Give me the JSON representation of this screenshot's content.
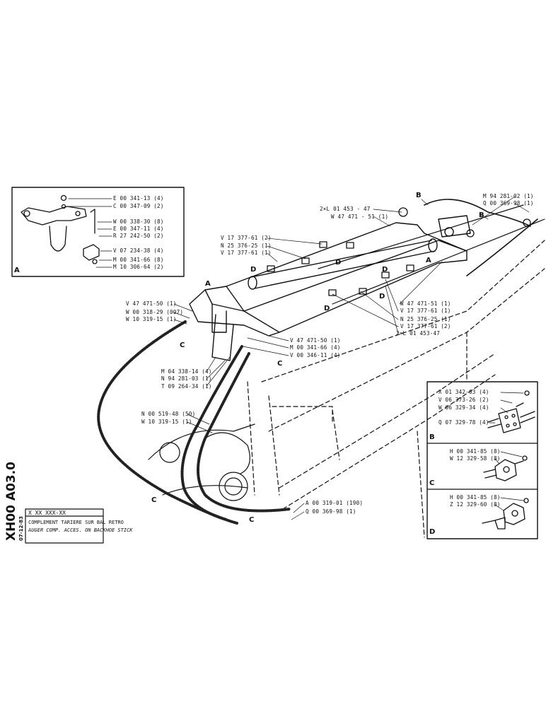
{
  "drawing": {
    "code": "XH00 A03.0",
    "date": "07-12-83",
    "ref": "X XX XXX-XX",
    "title_fr": "COMPLEMENT TARIERE SUR BAL RETRO",
    "title_en": "AUGER COMP. ACCES. ON BACKHOE STICK"
  },
  "detail_a": {
    "letter": "A",
    "parts": [
      "E 00 341-13 (4)",
      "C 00 347-09 (2)",
      "W 00 338-30 (8)",
      "E 00 347-11 (4)",
      "R 27 242-50 (2)",
      "V 07 234-38 (4)",
      "M 00 341-66 (8)",
      "M 10 306-64 (2)"
    ]
  },
  "detail_b": {
    "letter": "B",
    "parts": [
      "X 01 342-03 (4)",
      "V 06 373-26 (2)",
      "W 06 329-34 (4)",
      "Q 07 329-78 (4)"
    ]
  },
  "detail_c": {
    "letter": "C",
    "parts": [
      "H 00 341-85 (8)",
      "W 12 329-58 (8)"
    ]
  },
  "detail_d": {
    "letter": "D",
    "parts": [
      "H 00 341-85 (8)",
      "Z 12 329-60 (8)"
    ]
  },
  "main_labels": {
    "top_right": [
      "M 94 281-02 (1)",
      "Q 00 369-98 (1)"
    ],
    "top_center": [
      "2×L 01 453 - 47",
      "W 47 471 - 51 (1)"
    ],
    "left_upper": [
      "V 17 377-61 (2)",
      "N 25 376-25 (1)",
      "V 17 377-61 (1)"
    ],
    "left_mid": [
      "V 47 471-50 (1)",
      "W 00 318-29 (007)",
      "W 10 319-15 (1)"
    ],
    "right_mid": [
      "W 47 471-51 (1)",
      "V 17 377-61 (1)",
      "N 25 376-25 (1)",
      "V 17 377-61 (2)",
      "2×L 01 453-47"
    ],
    "center_mid": [
      "V 47 471-50 (1)",
      "M 00 341-66 (4)",
      "V 00 346-11 (4)"
    ],
    "left_lower": [
      "M 04 338-14 (4)",
      "N 94 281-03 (1)",
      "T 09 264-34 (1)"
    ],
    "lower_left": [
      "N 00 519-48 (50)",
      "W 10 319-15 (1)"
    ],
    "bottom": [
      "A 00 319-01 (190)",
      "Q 00 369-98 (1)"
    ]
  },
  "callouts": {
    "a": "A",
    "b": "B",
    "c": "C",
    "d": "D"
  }
}
